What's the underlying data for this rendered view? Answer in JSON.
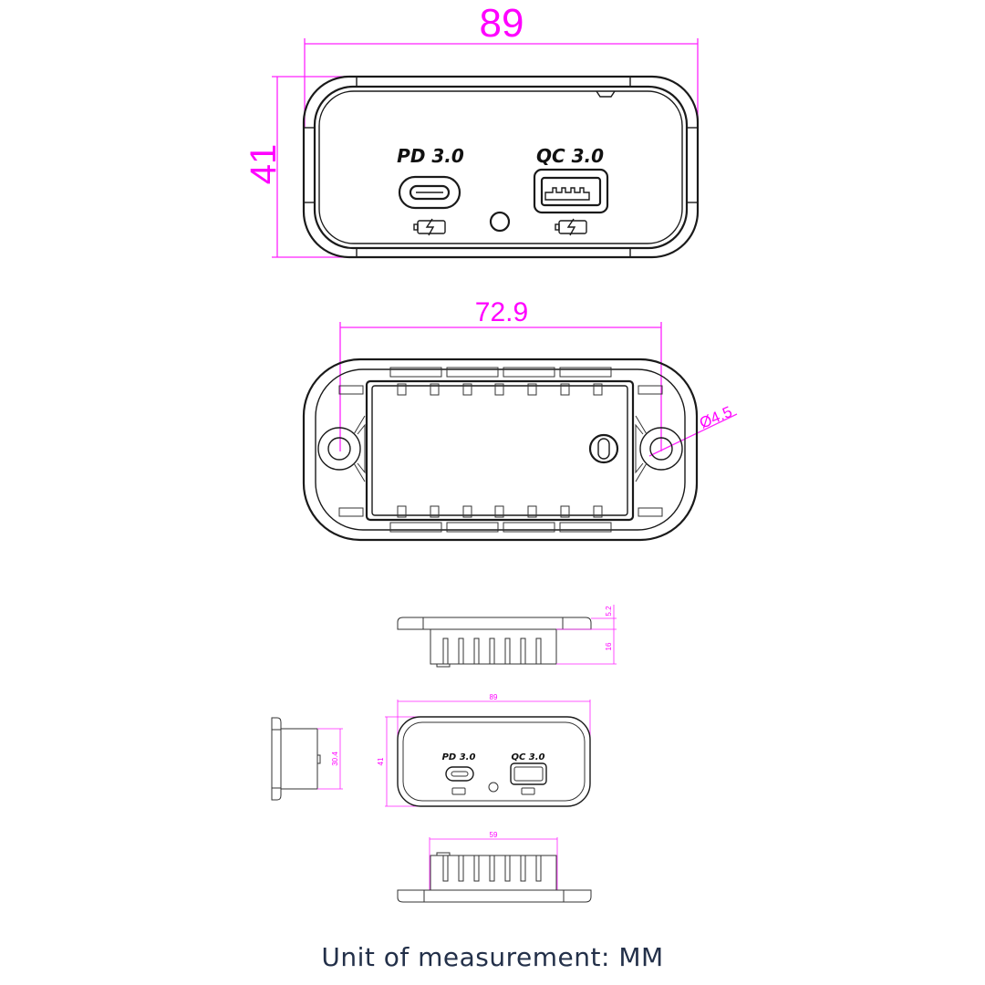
{
  "front_view": {
    "width_label": "89",
    "height_label": "41",
    "port_left_label": "PD 3.0",
    "port_right_label": "QC 3.0",
    "port_left_type": "usb-c-port-icon",
    "port_right_type": "usb-a-port-icon",
    "charge_icon": "battery-charging-icon",
    "indicator": "led-indicator-icon"
  },
  "back_view": {
    "hole_spacing_label": "72.9",
    "hole_diameter_label": "Ø4.5"
  },
  "side_view_top": {
    "flange_thickness_label": "5.2",
    "body_depth_label": "16"
  },
  "side_view_left": {
    "body_height_label": "30.4"
  },
  "small_front_view": {
    "width_label": "89",
    "height_label": "41",
    "port_left_label": "PD 3.0",
    "port_right_label": "QC 3.0"
  },
  "bottom_view": {
    "body_width_label": "59"
  },
  "colors": {
    "dimension": "#ff00ff",
    "outline": "#1a1a1a",
    "footer_text": "#233049",
    "background": "#ffffff"
  },
  "footer": {
    "text": "Unit of measurement: MM"
  }
}
